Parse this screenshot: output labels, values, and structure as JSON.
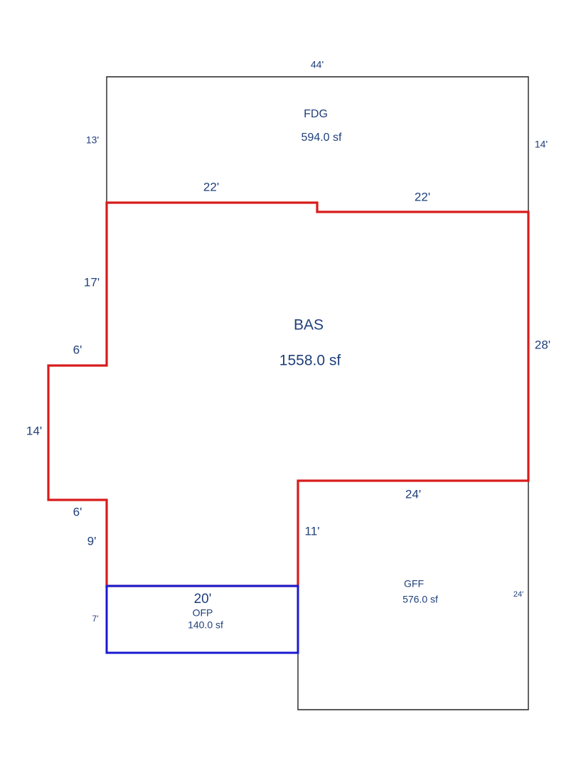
{
  "colors": {
    "bas_outline": "#d81c1c",
    "ofp_outline": "#1a1ad0",
    "neutral_outline": "#222222",
    "label_text": "#1f3f7a",
    "background": "#ffffff"
  },
  "areas": {
    "fdg": {
      "code": "FDG",
      "area": "594.0 sf"
    },
    "bas": {
      "code": "BAS",
      "area": "1558.0 sf"
    },
    "gff": {
      "code": "GFF",
      "area": "576.0 sf"
    },
    "ofp": {
      "code": "OFP",
      "area": "140.0 sf"
    }
  },
  "dimensions": {
    "fdg_top": "44'",
    "fdg_left": "13'",
    "fdg_right": "14'",
    "bas_top_left": "22'",
    "bas_top_right": "22'",
    "bas_left_upper": "17'",
    "bas_bump_top": "6'",
    "bas_bump_side": "14'",
    "bas_bump_bottom": "6'",
    "bas_left_lower": "9'",
    "bas_right": "28'",
    "bas_bottom_right": "24'",
    "bas_inner_step": "11'",
    "ofp_top": "20'",
    "ofp_left": "7'",
    "gff_right": "24'"
  }
}
